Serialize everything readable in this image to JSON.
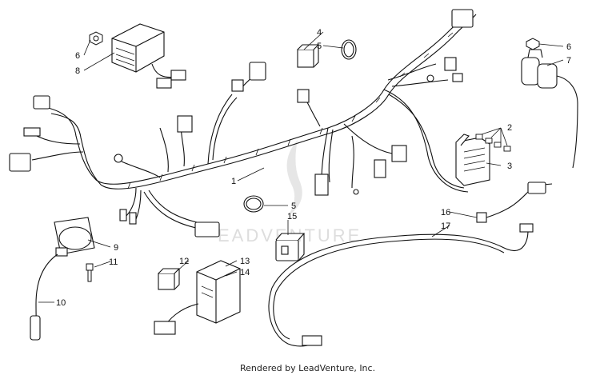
{
  "callouts": {
    "c1": "1",
    "c2": "2",
    "c3": "3",
    "c4": "4",
    "c5a": "5",
    "c5b": "5",
    "c6a": "6",
    "c6b": "6",
    "c7": "7",
    "c8": "8",
    "c9": "9",
    "c10": "10",
    "c11": "11",
    "c12": "12",
    "c13": "13",
    "c14": "14",
    "c15": "15",
    "c16": "16",
    "c17": "17"
  },
  "watermark": "EADVENTURE",
  "credit": "Rendered by LeadVenture, Inc.",
  "colors": {
    "line": "#111111",
    "watermark": "#dddddd"
  }
}
